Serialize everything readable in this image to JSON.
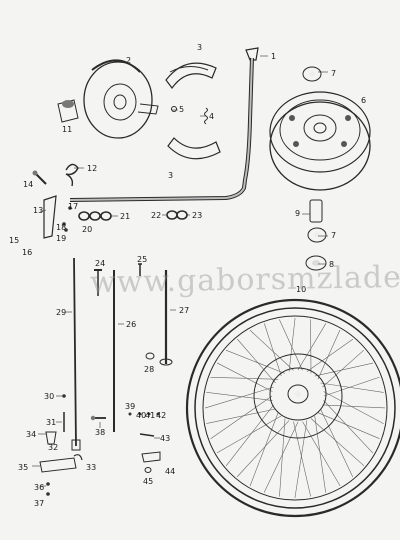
{
  "watermark": "www.gaborsmzladen.de",
  "callouts": [
    "1",
    "2",
    "3",
    "3",
    "4",
    "5",
    "6",
    "7",
    "7",
    "8",
    "9",
    "10",
    "11",
    "12",
    "13",
    "14",
    "15",
    "16",
    "17",
    "18",
    "19",
    "20",
    "21",
    "22",
    "23",
    "24",
    "25",
    "26",
    "27",
    "28",
    "29",
    "30",
    "31",
    "32",
    "33",
    "34",
    "35",
    "36",
    "37",
    "38",
    "39",
    "40",
    "41",
    "42",
    "43",
    "44",
    "45"
  ],
  "colors": {
    "paper": "#f4f4f2",
    "ink": "#2a2a2a",
    "watermark": "#969696"
  }
}
